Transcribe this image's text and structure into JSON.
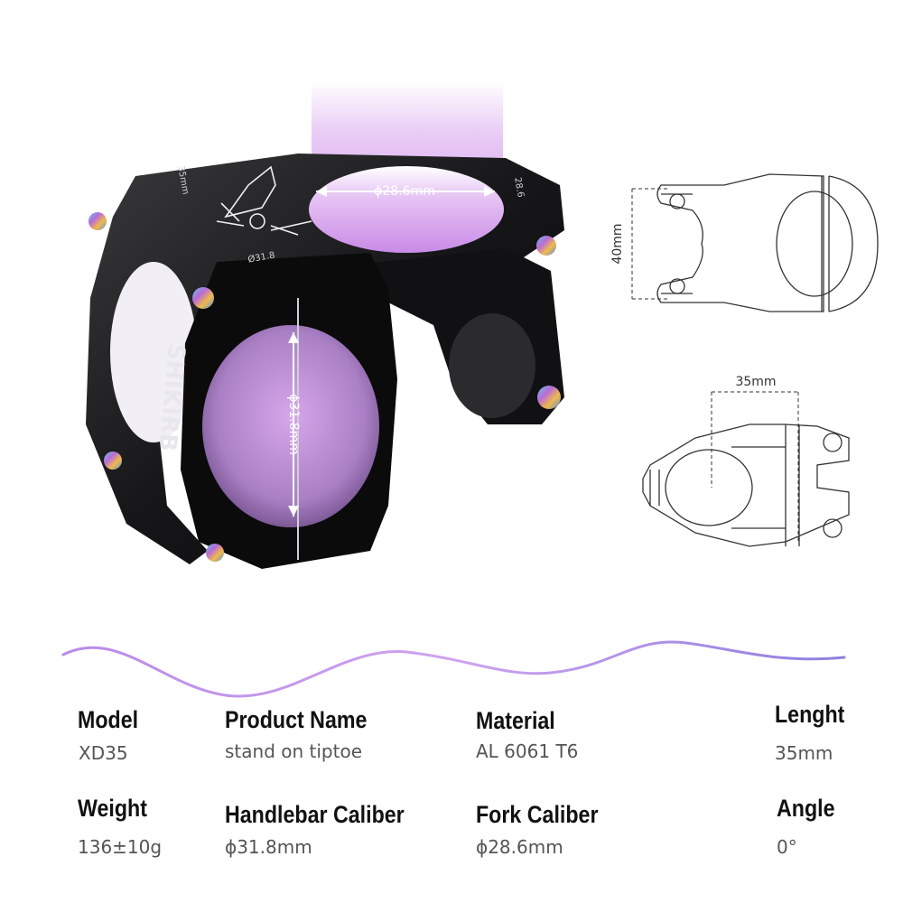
{
  "product": {
    "brand_mark": "SHIKIRB",
    "engraved_sizes": [
      "35mm",
      "Ø31.8",
      "28.6"
    ],
    "top_bore_label": "ϕ28.6mm",
    "front_bore_label": "ϕ31.8mm",
    "beam_color": "#c98be6"
  },
  "drawings": {
    "height_label": "40mm",
    "length_label": "35mm"
  },
  "wave": {
    "color_start": "#b98ae8",
    "color_end": "#8f7fe0"
  },
  "specs": [
    {
      "label": "Model",
      "value": "XD35"
    },
    {
      "label": "Product Name",
      "value": "stand on tiptoe"
    },
    {
      "label": "Material",
      "value": "AL 6061 T6"
    },
    {
      "label": "Lenght",
      "value": "35mm"
    },
    {
      "label": "Weight",
      "value": "136±10g"
    },
    {
      "label": "Handlebar Caliber",
      "value": "ϕ31.8mm"
    },
    {
      "label": "Fork Caliber",
      "value": "ϕ28.6mm"
    },
    {
      "label": "Angle",
      "value": "0°"
    }
  ]
}
